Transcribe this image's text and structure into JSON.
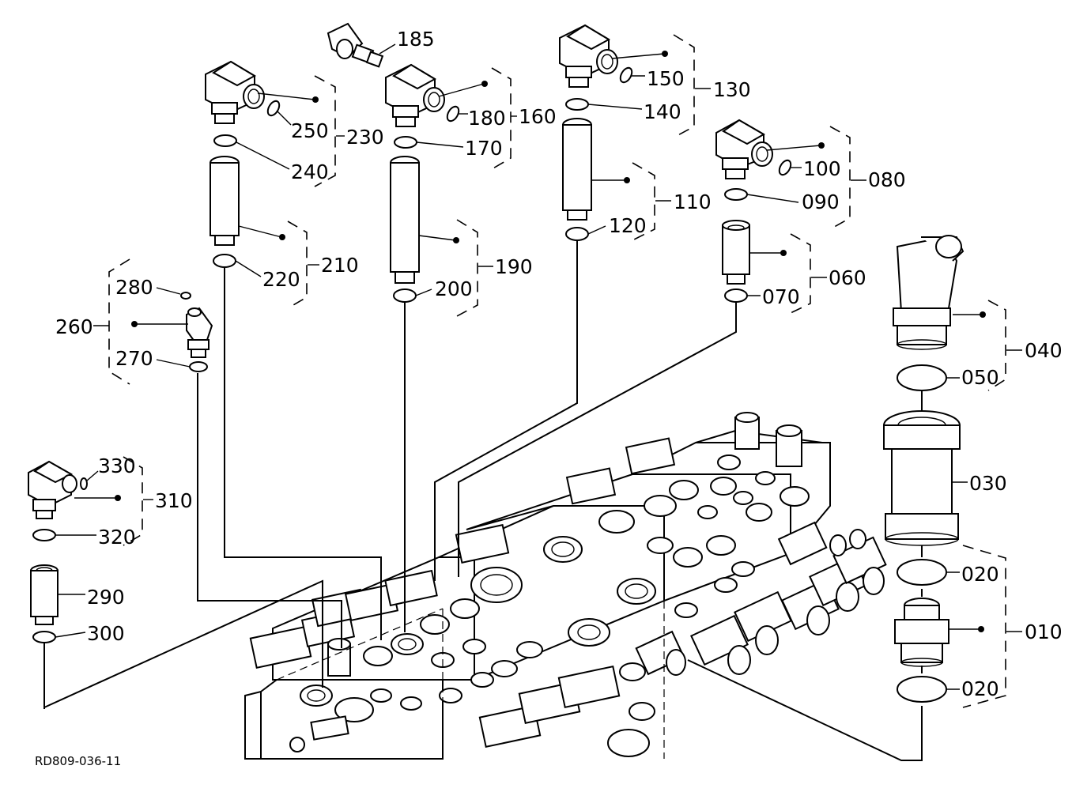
{
  "diagram": {
    "drawing_code": "RD809-036-11",
    "labels": {
      "p010": "010",
      "p020a": "020",
      "p020b": "020",
      "p030": "030",
      "p040": "040",
      "p050": "050",
      "p060": "060",
      "p070": "070",
      "p080": "080",
      "p090": "090",
      "p100": "100",
      "p110": "110",
      "p120": "120",
      "p130": "130",
      "p140": "140",
      "p150": "150",
      "p160": "160",
      "p170": "170",
      "p180": "180",
      "p185": "185",
      "p190": "190",
      "p200": "200",
      "p210": "210",
      "p220": "220",
      "p230": "230",
      "p240": "240",
      "p250": "250",
      "p260": "260",
      "p270": "270",
      "p280": "280",
      "p290": "290",
      "p300": "300",
      "p310": "310",
      "p320": "320",
      "p330": "330"
    }
  }
}
